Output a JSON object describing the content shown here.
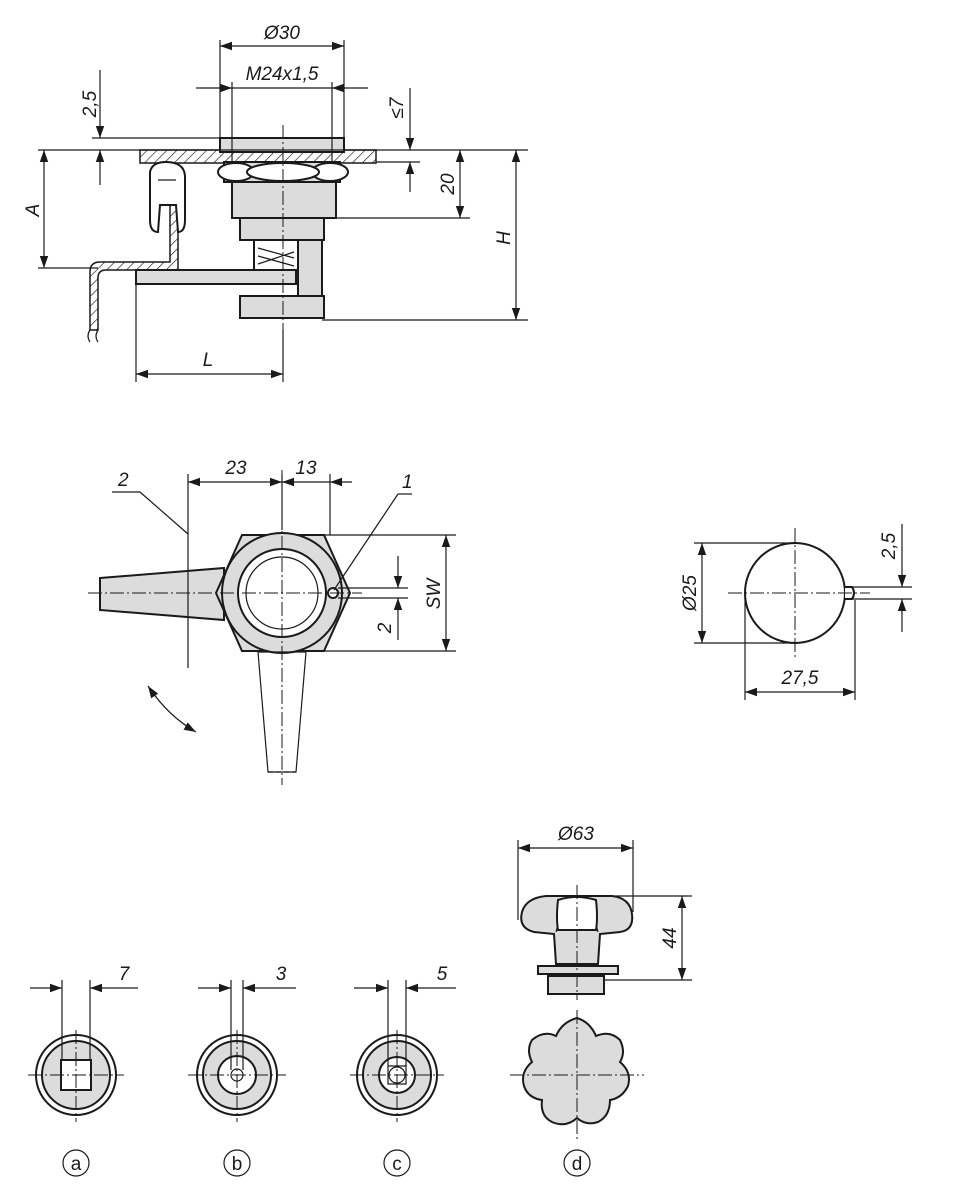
{
  "dimensions": {
    "dia30": "Ø30",
    "thread": "M24x1,5",
    "d2_5_top": "2,5",
    "le7": "≤7",
    "A": "A",
    "d20": "20",
    "H": "H",
    "L": "L",
    "d23": "23",
    "d13": "13",
    "SW": "SW",
    "d2": "2",
    "dia25": "Ø25",
    "d2_5_right": "2,5",
    "d27_5": "27,5",
    "dia63": "Ø63",
    "d44": "44",
    "d7": "7",
    "d3": "3",
    "d5": "5"
  },
  "callouts": {
    "one": "1",
    "two": "2"
  },
  "variants": {
    "a": "a",
    "b": "b",
    "c": "c",
    "d": "d"
  }
}
